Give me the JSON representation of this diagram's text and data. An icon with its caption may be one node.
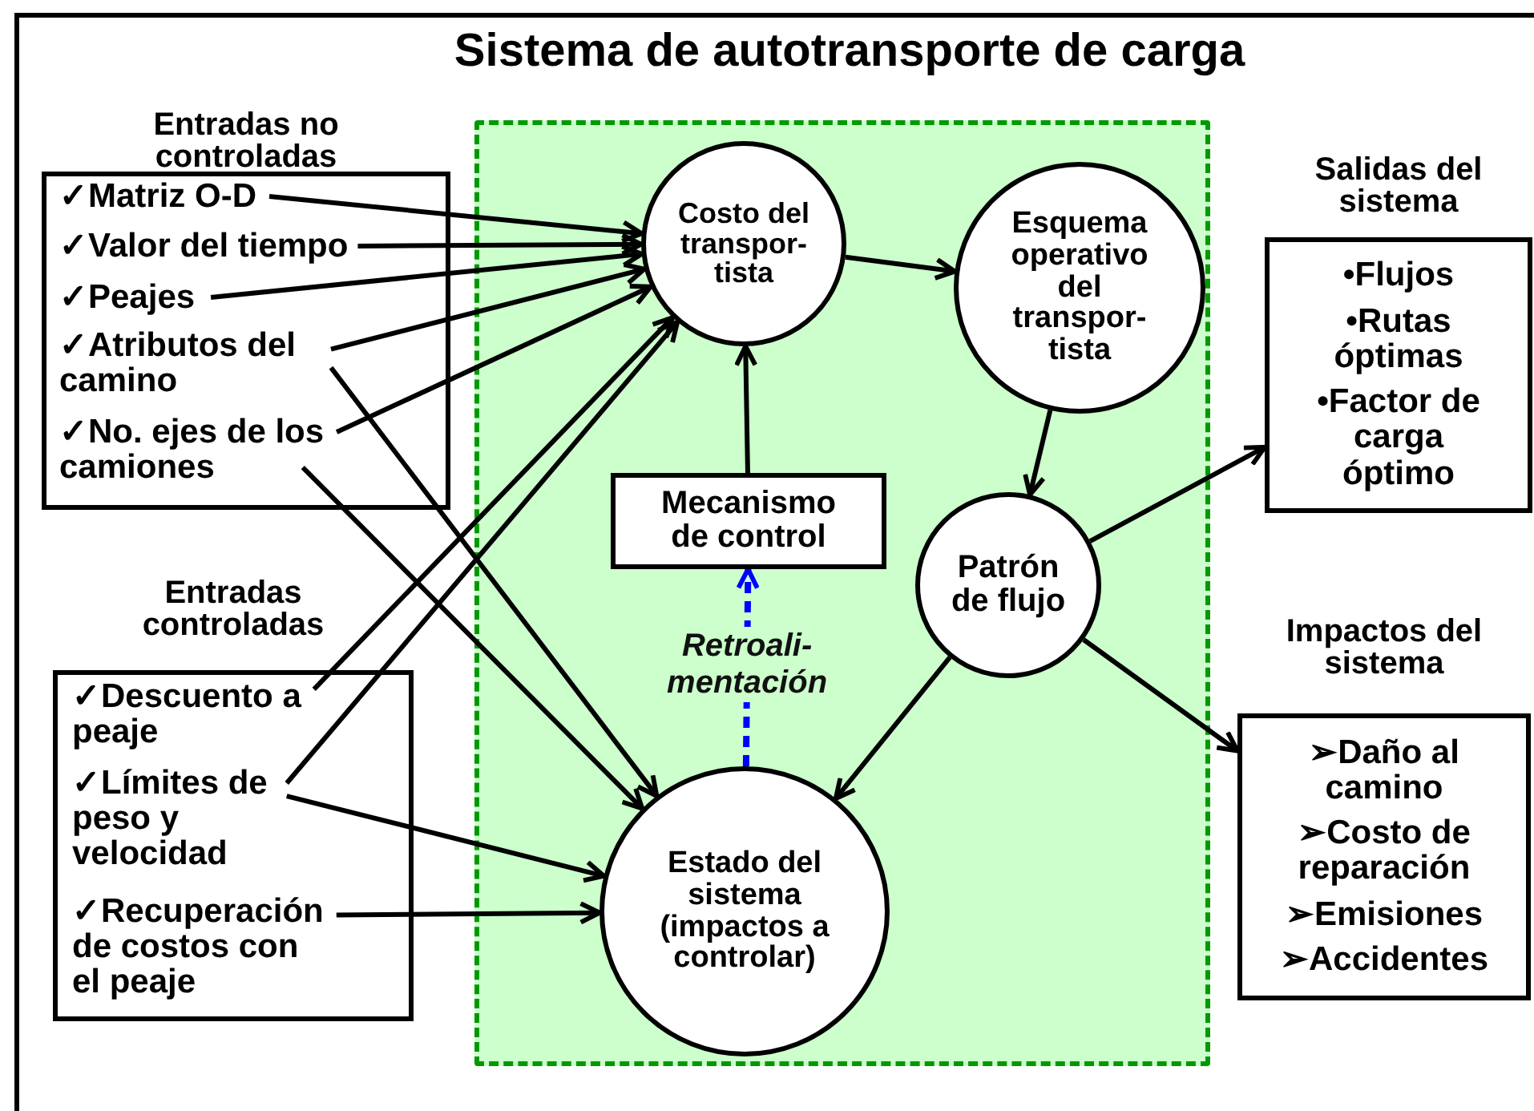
{
  "diagram": {
    "title": "Sistema de autotransporte de carga",
    "nodes": [
      {
        "text": [],
        "shape": "box"
      },
      {
        "text": [
          "Costo del transpor-tista"
        ],
        "in": 0
      },
      {
        "text": [
          "Esquema operativo del transpor-tista"
        ],
        "in": 0
      },
      {
        "text": [
          "Mecanismo de control"
        ],
        "in": 0
      },
      {
        "text": [
          "Patrón de flujo"
        ],
        "in": 0
      },
      {
        "text": [
          "Estado del sistema (impactos a controlar)"
        ],
        "in": 0
      },
      {
        "text": [
          "Entradas no controladas"
        ]
      },
      {
        "text": [
          "✓Matriz O-D"
        ],
        "in": 6
      },
      {
        "text": [
          "✓Valor del tiempo"
        ],
        "in": 6
      },
      {
        "text": [
          "✓Peajes"
        ],
        "in": 6
      },
      {
        "text": [
          "✓Atributos del camino"
        ],
        "in": 6
      },
      {
        "text": [
          "✓No. ejes de los camiones"
        ],
        "in": 6
      },
      {
        "text": [
          "Entradas controladas"
        ]
      },
      {
        "text": [
          "✓Descuento a peaje"
        ],
        "in": 12
      },
      {
        "text": [
          "✓Límites de peso y velocidad"
        ],
        "in": 12
      },
      {
        "text": [
          "✓Recuperación de costos con el peaje"
        ],
        "in": 12
      },
      {
        "text": [
          "Salidas del sistema",
          "•Flujos",
          "•Rutas óptimas",
          "•Factor de carga óptimo"
        ]
      },
      {
        "text": [
          "Impactos del sistema",
          "➢Daño al camino",
          "➢Costo de reparación",
          "➢Emisiones",
          "➢Accidentes"
        ]
      }
    ],
    "edges": [
      {
        "from": 7,
        "to": 1,
        "arrow": "to"
      },
      {
        "from": 8,
        "to": 1,
        "arrow": "to"
      },
      {
        "from": 9,
        "to": 1,
        "arrow": "to"
      },
      {
        "from": 10,
        "to": 1,
        "arrow": "to"
      },
      {
        "from": 10,
        "to": 5,
        "arrow": "to"
      },
      {
        "from": 11,
        "to": 1,
        "arrow": "to"
      },
      {
        "from": 11,
        "to": 5,
        "arrow": "to"
      },
      {
        "from": 13,
        "to": 1,
        "arrow": "to"
      },
      {
        "from": 14,
        "to": 1,
        "arrow": "to"
      },
      {
        "from": 14,
        "to": 5,
        "arrow": "to"
      },
      {
        "from": 15,
        "to": 5,
        "arrow": "to"
      },
      {
        "from": 1,
        "to": 2,
        "arrow": "to"
      },
      {
        "from": 2,
        "to": 4,
        "arrow": "to"
      },
      {
        "from": 4,
        "to": 16,
        "arrow": "to"
      },
      {
        "from": 4,
        "to": 17,
        "arrow": "to"
      },
      {
        "from": 4,
        "to": 5,
        "arrow": "to"
      },
      {
        "from": 3,
        "to": 1,
        "arrow": "to"
      },
      {
        "from": 5,
        "to": 3,
        "arrow": "to",
        "label": "Retroali-mentación",
        "style": "dashed",
        "color": "#0000ff"
      }
    ]
  }
}
